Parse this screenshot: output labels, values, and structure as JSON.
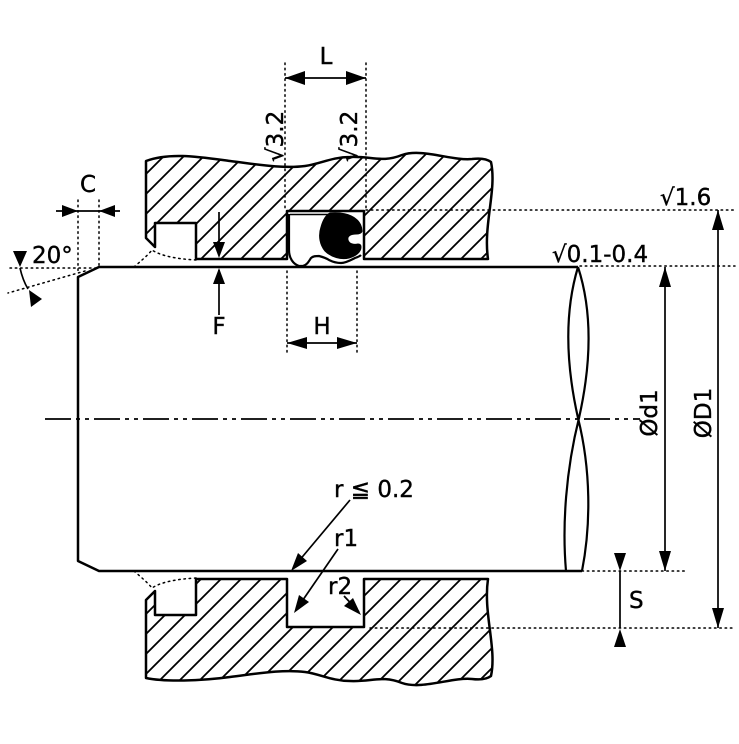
{
  "labels": {
    "groove_length": "L",
    "chamfer_length": "C",
    "chamfer_angle": "20°",
    "clearance": "F",
    "seal_width": "H",
    "roughness_groove_side_left": "√3.2",
    "roughness_groove_side_right": "√3.2",
    "roughness_groove_bottom": "√1.6",
    "roughness_rod": "√0.1-0.4",
    "rod_diameter": "Ød1",
    "groove_diameter": "ØD1",
    "groove_depth": "S",
    "edge_radius": "r ≦ 0.2",
    "radius_1": "r1",
    "radius_2": "r2"
  },
  "colors": {
    "line": "#000000",
    "background": "#ffffff",
    "seal_energizer": "#000000"
  }
}
